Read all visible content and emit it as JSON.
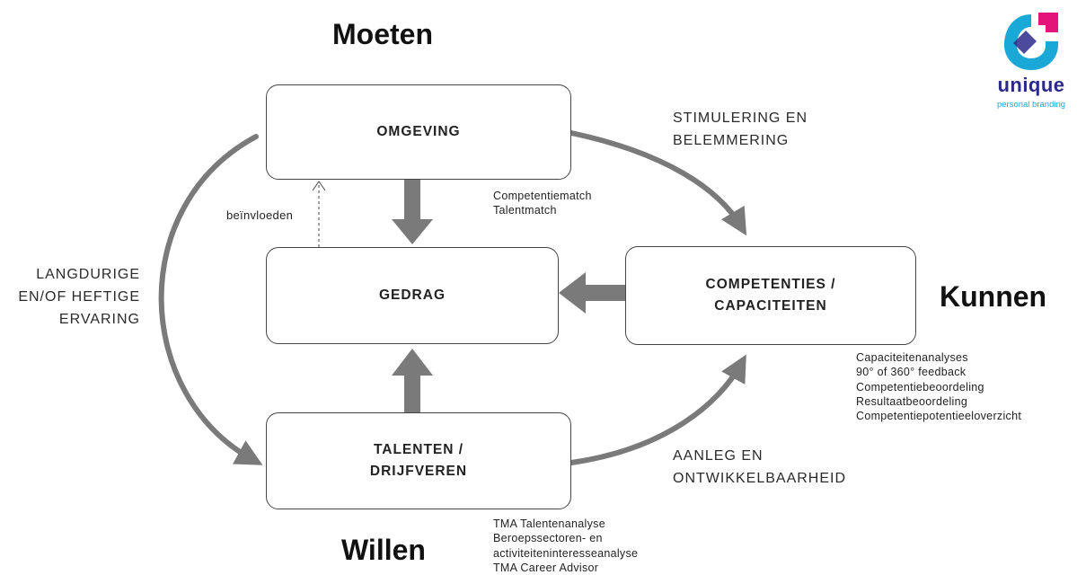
{
  "headings": {
    "top": "Moeten",
    "right": "Kunnen",
    "bottom": "Willen"
  },
  "boxes": {
    "omgeving": [
      "OMGEVING"
    ],
    "gedrag": [
      "GEDRAG"
    ],
    "competenties": [
      "COMPETENTIES /",
      "CAPACITEITEN"
    ],
    "talenten": [
      "TALENTEN /",
      "DRIJFVEREN"
    ]
  },
  "labels": {
    "stimulering": [
      "STIMULERING EN",
      "BELEMMERING"
    ],
    "aanleg": [
      "AANLEG EN",
      "ONTWIKKELBAARHEID"
    ],
    "langdurige": [
      "LANGDURIGE",
      "EN/OF HEFTIGE",
      "ERVARING"
    ],
    "beinvloeden": "beïnvloeden"
  },
  "notes": {
    "match": [
      "Competentiematch",
      "Talentmatch"
    ],
    "capaciteiten": [
      "Capaciteitenanalyses",
      "90° of 360° feedback",
      "Competentiebeoordeling",
      "Resultaatbeoordeling",
      "Competentiepotentieeloverzicht"
    ],
    "tma": [
      "TMA Talentenanalyse",
      "Beroepssectoren- en",
      "activiteiteninteresseanalyse",
      "TMA Career Advisor"
    ]
  },
  "logo": {
    "word": "unique",
    "tagline": "personal branding"
  },
  "colors": {
    "arrow": "#7a7a7a",
    "box_border": "#444444",
    "logo_navy": "#2b2a8a",
    "logo_cyan": "#1aa9d6",
    "logo_magenta": "#e3157b"
  }
}
